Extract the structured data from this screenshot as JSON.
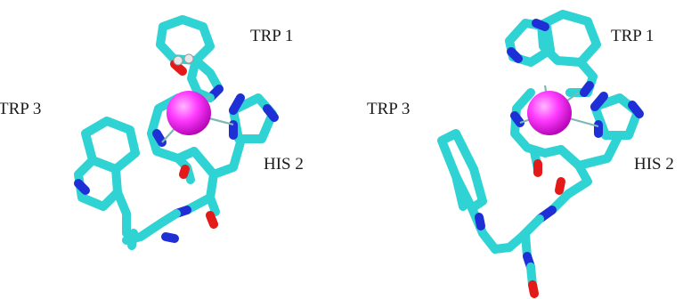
{
  "colors": {
    "carbon": "#2fd3d3",
    "nitrogen": "#1f2fd6",
    "oxygen": "#e41919",
    "hydrogen": "#e8e8e8",
    "metal": "#ee22ee"
  },
  "left_panel": {
    "labels": {
      "trp1": "TRP 1",
      "trp3": "TRP 3",
      "his2": "HIS 2"
    }
  },
  "right_panel": {
    "labels": {
      "trp1": "TRP 1",
      "trp3": "TRP 3",
      "his2": "HIS 2"
    }
  }
}
